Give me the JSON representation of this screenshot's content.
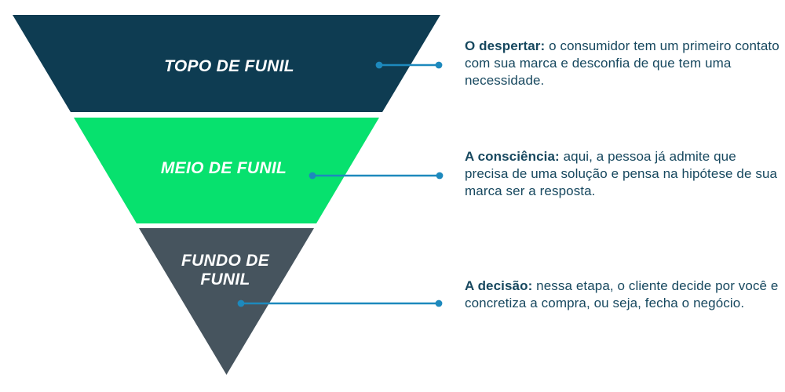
{
  "diagram": {
    "type": "inverted-funnel",
    "background_color": "#ffffff",
    "connector_color": "#1d89bd",
    "annotation_text_color": "#17485f",
    "stages": [
      {
        "label": "TOPO DE FUNIL",
        "color": "#0e3c52",
        "label_color": "#ffffff",
        "annotation_title": "O despertar:",
        "annotation_body": "o consumidor tem um primeiro contato com sua marca e desconfia de que tem uma necessidade."
      },
      {
        "label": "MEIO DE FUNIL",
        "color": "#07e16e",
        "label_color": "#ffffff",
        "annotation_title": "A consciência:",
        "annotation_body": "aqui, a pessoa já admite que precisa de uma solução e pensa na hipótese de sua marca ser a resposta."
      },
      {
        "label": "FUNDO DE FUNIL",
        "color": "#46545e",
        "label_color": "#ffffff",
        "annotation_title": "A decisão:",
        "annotation_body": "nessa etapa, o cliente decide por você e concretiza a compra, ou seja, fecha o negócio."
      }
    ]
  }
}
